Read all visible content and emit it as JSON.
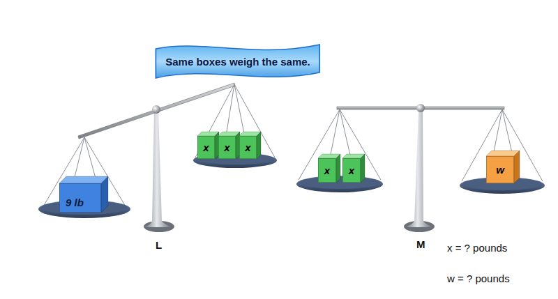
{
  "diagram": {
    "nodes": [
      {
        "text": [
          "Same boxes weigh the same."
        ]
      },
      {
        "text": [
          "9 lb"
        ]
      },
      {
        "text": [
          "x"
        ]
      },
      {
        "text": [
          "x"
        ]
      },
      {
        "text": [
          "x"
        ]
      },
      {
        "text": [
          "x"
        ]
      },
      {
        "text": [
          "x"
        ]
      },
      {
        "text": [
          "w"
        ]
      }
    ],
    "labels": [
      "L",
      "M",
      "x = ? pounds",
      "w = ? pounds"
    ]
  }
}
